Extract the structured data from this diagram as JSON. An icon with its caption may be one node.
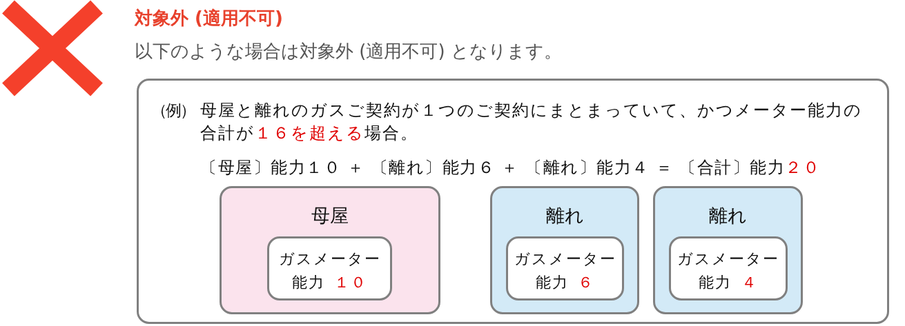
{
  "diagram": {
    "title": "対象外 (適用不可)",
    "nodes": [
      {
        "text": [
          "（例）",
          "母屋と離れのガスご契約が１つのご契約にまとまっていて、かつメーター能力の合計が",
          "１６を超える",
          "場合。",
          "〔母屋〕能力１０ ＋ 〔離れ〕能力６ ＋ 〔離れ〕能力４ ＝ 〔合計〕能力",
          "２０"
        ]
      },
      {
        "text": [
          "母屋"
        ],
        "in": 0
      },
      {
        "text": [
          "ガスメーター能力",
          "１０"
        ],
        "in": 1
      },
      {
        "text": [
          "離れ"
        ],
        "in": 0
      },
      {
        "text": [
          "ガスメーター能力",
          "６"
        ],
        "in": 3
      },
      {
        "text": [
          "離れ"
        ],
        "in": 0
      },
      {
        "text": [
          "ガスメーター能力",
          "４"
        ],
        "in": 5
      }
    ],
    "labels": [
      "以下のような場合は対象外 (適用不可) となります。"
    ]
  }
}
